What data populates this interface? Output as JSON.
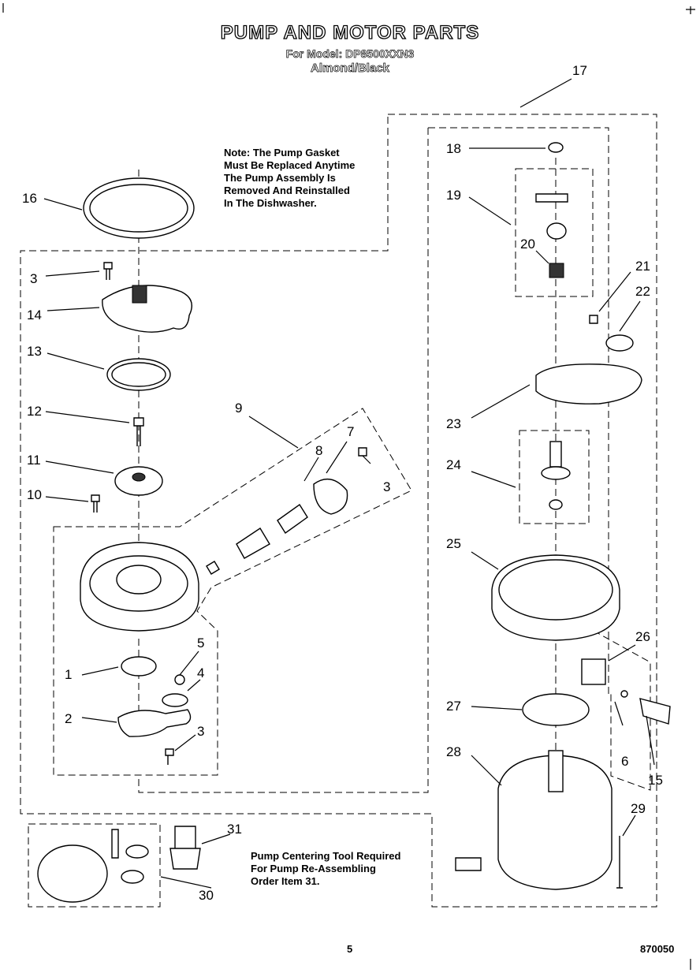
{
  "header": {
    "title": "PUMP AND MOTOR PARTS",
    "model": "For Model: DP8500XXN3",
    "color": "Almond/Black"
  },
  "note": {
    "lines": [
      "Note: The Pump Gasket",
      "Must Be Replaced Anytime",
      "The Pump Assembly Is",
      "Removed And Reinstalled",
      "In The Dishwasher."
    ]
  },
  "tool_note": {
    "lines": [
      "Pump Centering Tool Required",
      "For Pump Re-Assembling",
      "Order Item 31."
    ]
  },
  "callouts": [
    "17",
    "18",
    "19",
    "20",
    "21",
    "22",
    "23",
    "24",
    "25",
    "26",
    "27",
    "28",
    "29",
    "15",
    "6",
    "16",
    "3",
    "14",
    "13",
    "12",
    "11",
    "10",
    "9",
    "8",
    "7",
    "3",
    "5",
    "4",
    "1",
    "2",
    "3",
    "31",
    "30"
  ],
  "footer": {
    "page": "5",
    "code": "870050"
  }
}
